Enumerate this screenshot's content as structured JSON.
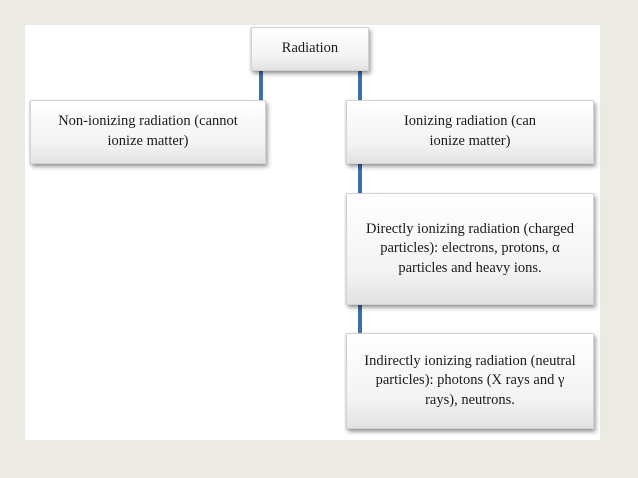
{
  "diagram": {
    "root": {
      "label": "Radiation"
    },
    "non_ionizing": {
      "label": "Non-ionizing radiation (cannot ionize matter)"
    },
    "ionizing": {
      "label": "Ionizing radiation (can ionize matter)"
    },
    "directly_ionizing": {
      "label": "Directly ionizing radiation (charged particles): electrons, protons, α particles and heavy ions."
    },
    "indirectly_ionizing": {
      "label": "Indirectly ionizing radiation (neutral particles): photons (X rays and γ rays), neutrons."
    },
    "connector_color": "#3d6fa8",
    "background_color": "#ecebe3"
  }
}
